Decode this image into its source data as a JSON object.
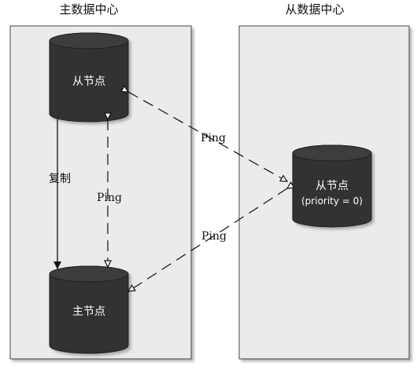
{
  "left_panel": {
    "title": "主数据中心",
    "top_node": {
      "label": "从节点"
    },
    "bottom_node": {
      "label": "主节点"
    },
    "replication_label": "复制",
    "ping_label": "Ping"
  },
  "right_panel": {
    "title": "从数据中心",
    "node": {
      "label": "从节点",
      "sublabel": "(priority = 0)"
    }
  },
  "cross_links": {
    "upper_label": "Ping",
    "lower_label": "Ping"
  },
  "colors": {
    "panel_fill": "#ebebeb",
    "panel_stroke": "#4a4a4a",
    "panel_shadow": "#9a9a9a",
    "node_fill": "#333333",
    "node_top": "#3e3e3e",
    "node_text": "#ffffff",
    "line": "#111111"
  }
}
